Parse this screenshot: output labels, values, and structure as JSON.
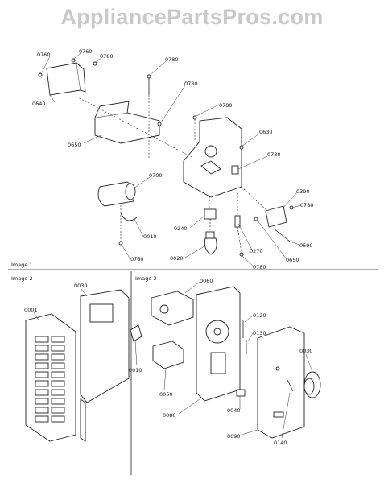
{
  "watermark": "AppliancePartsPros.com",
  "sections": {
    "image1": "Image 1",
    "image2": "Image 2",
    "image3": "Image 3"
  },
  "labels": {
    "l0760_a": "0760",
    "l0760_b": "0760",
    "l0780_a": "0780",
    "l0780_b": "0780",
    "l0780_c": "0780",
    "l0780_d": "0780",
    "l0780_e": "0780",
    "l0640": "0640",
    "l0650": "0650",
    "l0630": "0630",
    "l0730": "0730",
    "l0700": "0700",
    "l0010_a": "0010",
    "l0760_c": "0760",
    "l0240": "0240",
    "l0020": "0020",
    "l0270": "0270",
    "l0390": "0390",
    "l0780_f": "0780",
    "l0690": "0690",
    "l0650_b": "0650",
    "l0030_a": "0030",
    "l0001": "0001",
    "l0010_b": "0010",
    "l0060": "0060",
    "l0050": "0050",
    "l0120": "0120",
    "l0130": "0130",
    "l0030_b": "0030",
    "l0080": "0080",
    "l0040": "0040",
    "l0090": "0090",
    "l0140": "0140"
  }
}
